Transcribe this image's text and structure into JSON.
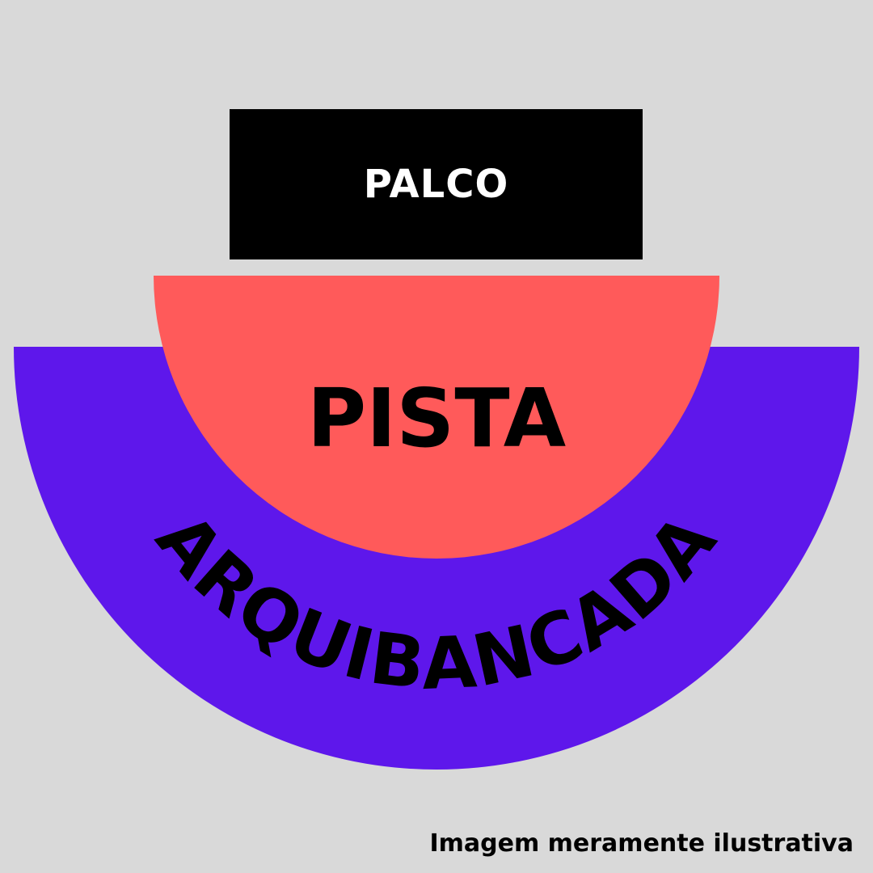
{
  "stage": {
    "label": "PALCO"
  },
  "pista": {
    "label": "PISTA"
  },
  "arquibancada": {
    "label": "ARQUIBANCADA"
  },
  "footer_note": "Imagem meramente ilustrativa",
  "colors": {
    "background": "#d9d9d9",
    "stage": "#000000",
    "pista": "#ff5a5a",
    "arquibancada": "#5e17eb"
  }
}
